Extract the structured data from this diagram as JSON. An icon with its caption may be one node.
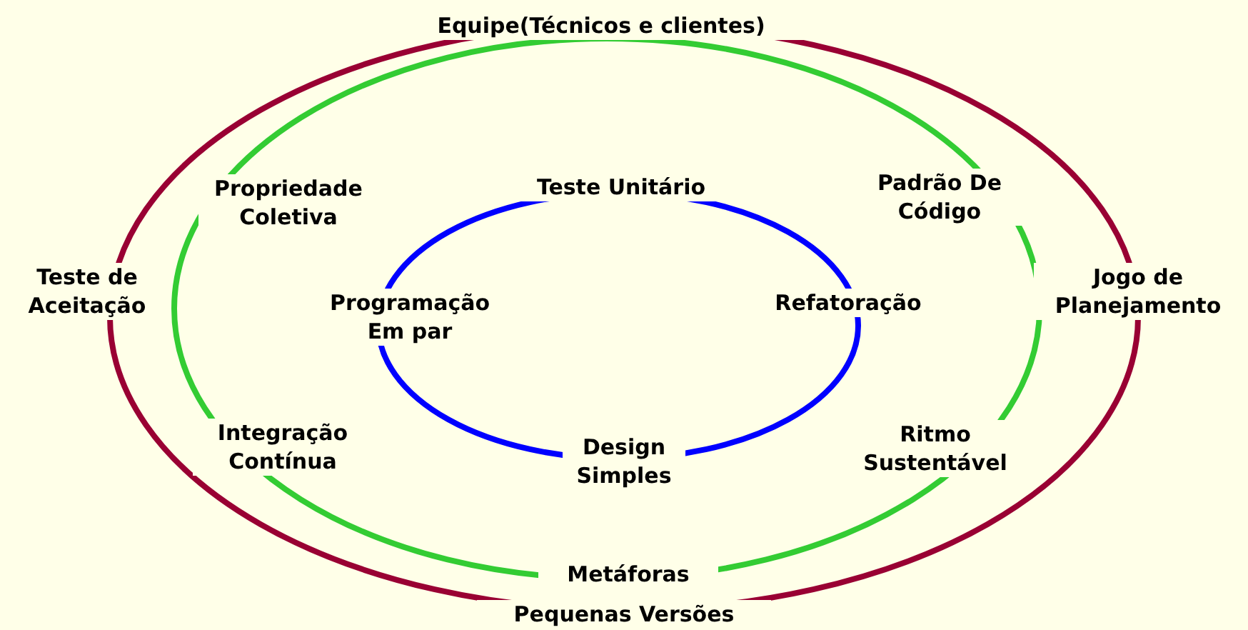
{
  "diagram": {
    "labels": [
      "Equipe(Técnicos e clientes)",
      "Propriedade Coletiva",
      "Teste Unitário",
      "Padrão De Código",
      "Teste de Aceitação",
      "Jogo de Planejamento",
      "Programação Em par",
      "Refatoração",
      "Integração Contínua",
      "Design Simples",
      "Ritmo Sustentável",
      "Metáforas",
      "Pequenas Versões"
    ]
  }
}
